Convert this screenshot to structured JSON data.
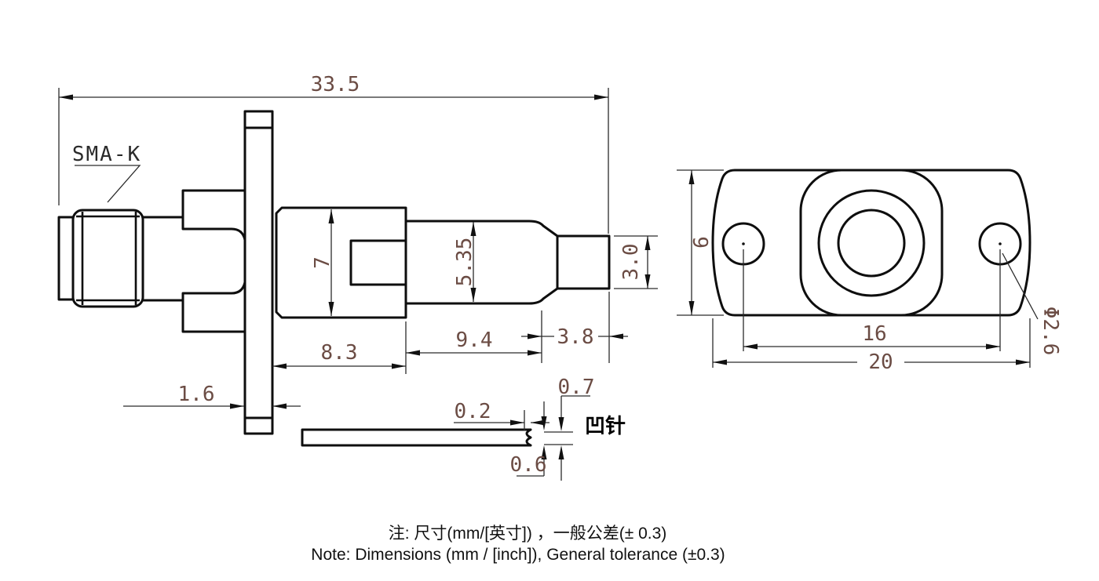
{
  "labels": {
    "connector": "SMA-K",
    "pin": "凹针"
  },
  "side_view": {
    "overall_length": "33.5",
    "body_diameter": "7",
    "mid_diameter": "5.35",
    "tip_diameter": "3.0",
    "body_length": "8.3",
    "mid_length": "9.4",
    "tip_length": "3.8",
    "flange_thickness": "1.6",
    "pin_detail": {
      "recess": "0.2",
      "upper": "0.7",
      "lower": "0.6"
    }
  },
  "end_view": {
    "height": "6",
    "hole_spacing": "16",
    "width": "20",
    "hole_diameter": "Φ2.6"
  },
  "notes": {
    "zh": "注: 尺寸(mm/[英寸]) ，一般公差(± 0.3)",
    "en": "Note: Dimensions (mm / [inch]), General tolerance (±0.3)"
  }
}
